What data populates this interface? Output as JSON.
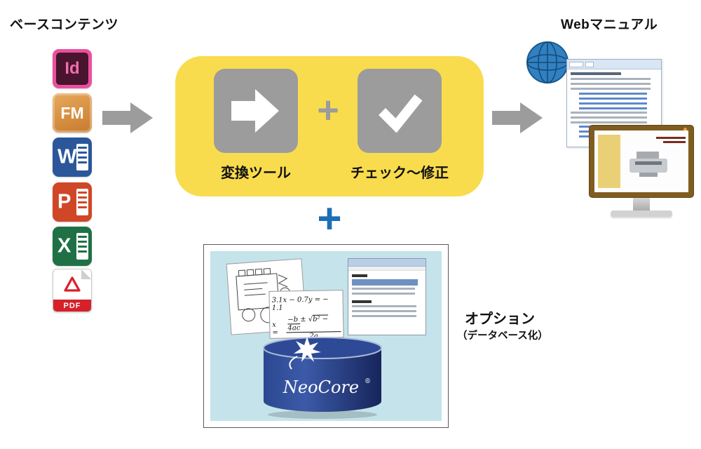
{
  "titles": {
    "base_content": "ベースコンテンツ",
    "web_manual": "Webマニュアル"
  },
  "source_icons": [
    {
      "id": "indesign",
      "label": "Id"
    },
    {
      "id": "framemaker",
      "label": "FM"
    },
    {
      "id": "word",
      "label": "W"
    },
    {
      "id": "powerpoint",
      "label": "P"
    },
    {
      "id": "excel",
      "label": "X"
    },
    {
      "id": "pdf",
      "label": "PDF"
    }
  ],
  "process": {
    "step1_label": "変換ツール",
    "step2_label": "チェック～修正",
    "plus_inner": "+",
    "plus_below": "+"
  },
  "option": {
    "title": "オプション",
    "subtitle": "（データベース化）",
    "formula1": "3.1x − 0.7y = − 1.1",
    "formula2_lhs": "x =",
    "formula2_num_prefix": "−b ± ",
    "formula2_sqrt": "√",
    "formula2_radicand": "b² − 4ac",
    "formula2_den": "2a",
    "database_name": "NeoCore",
    "registered_mark": "®"
  },
  "colors": {
    "process_box": "#F9DC4D",
    "gray": "#9C9C9C",
    "blue_plus": "#1D6EB5",
    "option_panel": "#C5E3EA",
    "cylinder": "#20336F"
  }
}
